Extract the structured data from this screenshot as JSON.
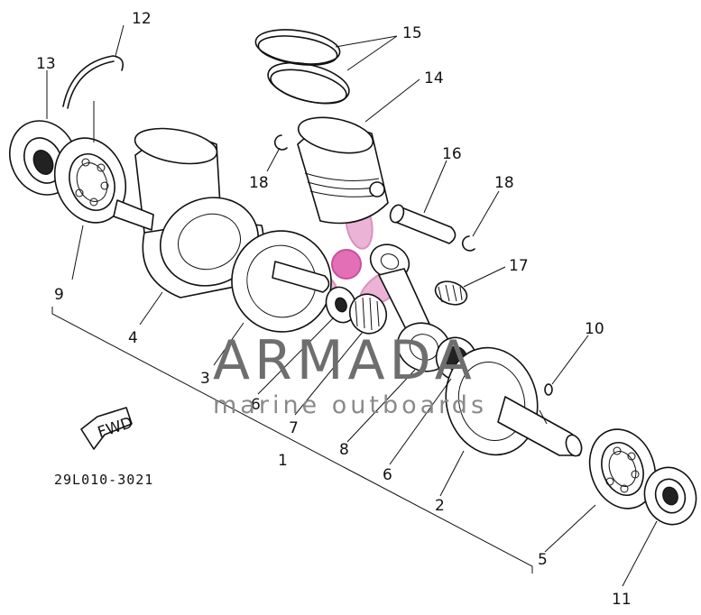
{
  "drawing_code": "29L010-3021",
  "direction_label": "FWD",
  "watermark": {
    "brand": "ARMADA",
    "tagline": "marine outboards"
  },
  "callouts": [
    {
      "id": "c1",
      "label": "1"
    },
    {
      "id": "c2",
      "label": "2"
    },
    {
      "id": "c3",
      "label": "3"
    },
    {
      "id": "c4",
      "label": "4"
    },
    {
      "id": "c5",
      "label": "5"
    },
    {
      "id": "c6a",
      "label": "6"
    },
    {
      "id": "c6b",
      "label": "6"
    },
    {
      "id": "c7",
      "label": "7"
    },
    {
      "id": "c8",
      "label": "8"
    },
    {
      "id": "c9",
      "label": "9"
    },
    {
      "id": "c10",
      "label": "10"
    },
    {
      "id": "c11",
      "label": "11"
    },
    {
      "id": "c12",
      "label": "12"
    },
    {
      "id": "c13",
      "label": "13"
    },
    {
      "id": "c14",
      "label": "14"
    },
    {
      "id": "c15",
      "label": "15"
    },
    {
      "id": "c16",
      "label": "16"
    },
    {
      "id": "c17",
      "label": "17"
    },
    {
      "id": "c18a",
      "label": "18"
    },
    {
      "id": "c18b",
      "label": "18"
    }
  ]
}
